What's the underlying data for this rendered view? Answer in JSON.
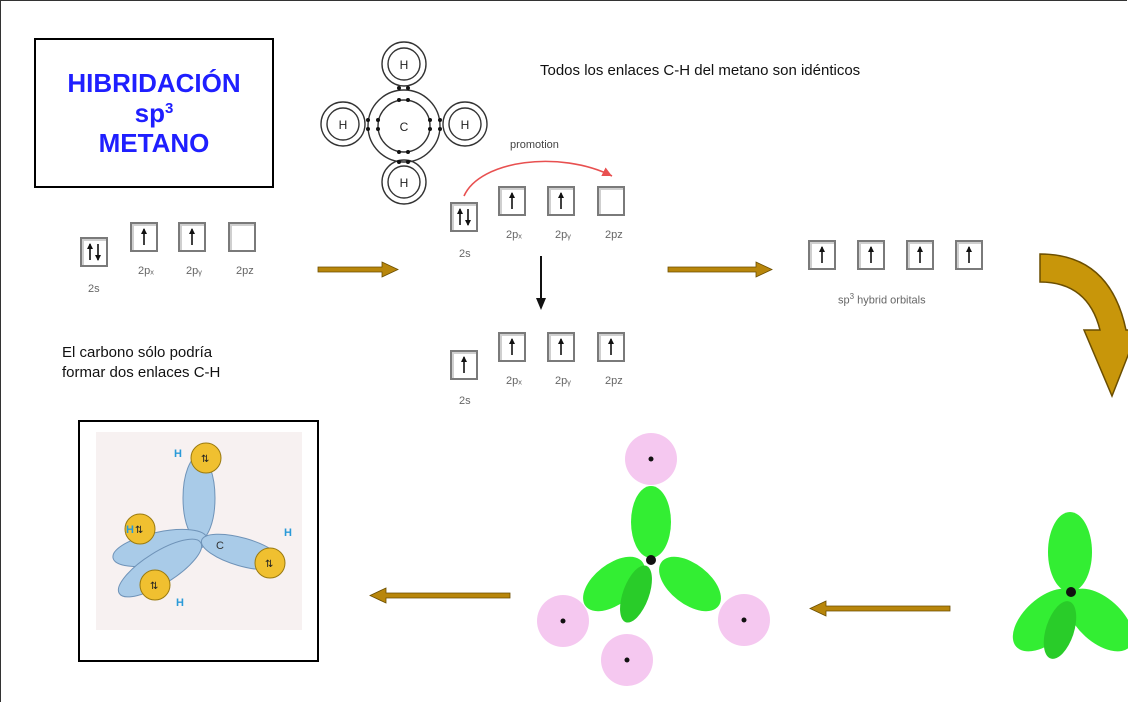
{
  "title": {
    "line1": "HIBRIDACIÓN",
    "line2": "sp",
    "line2_sup": "3",
    "line3": "METANO",
    "color": "#1f1fff"
  },
  "notes": {
    "top_right": "Todos los enlaces C-H del metano son idénticos",
    "left_line1": "El carbono sólo podría",
    "left_line2": "formar dos enlaces C-H"
  },
  "lewis": {
    "center": "C",
    "hydrogen": "H"
  },
  "ground_state": {
    "orbitals": [
      {
        "label": "2s",
        "electrons": "up-down"
      },
      {
        "label": "2pₓ",
        "electrons": "up"
      },
      {
        "label": "2pᵧ",
        "electrons": "up"
      },
      {
        "label": "2pz",
        "electrons": "empty"
      }
    ]
  },
  "promotion": {
    "label": "promotion",
    "arrow_color": "#e85050",
    "orbitals": [
      {
        "label": "2s",
        "electrons": "up-down"
      },
      {
        "label": "2pₓ",
        "electrons": "up"
      },
      {
        "label": "2pᵧ",
        "electrons": "up"
      },
      {
        "label": "2pz",
        "electrons": "empty"
      }
    ]
  },
  "excited_state": {
    "orbitals": [
      {
        "label": "2s",
        "electrons": "up"
      },
      {
        "label": "2pₓ",
        "electrons": "up"
      },
      {
        "label": "2pᵧ",
        "electrons": "up"
      },
      {
        "label": "2pz",
        "electrons": "up"
      }
    ]
  },
  "hybrid": {
    "label_main": "sp",
    "label_sup": "3",
    "label_rest": "hybrid orbitals",
    "count": 4
  },
  "model": {
    "center": "C",
    "hydrogen": "H"
  },
  "colors": {
    "arrow_gold": "#b8860b",
    "lobe_green": "#33ee33",
    "h_pink": "#f5c8f0",
    "lobe_blue": "#a9cbe8",
    "h_yellow": "#f0c030"
  }
}
